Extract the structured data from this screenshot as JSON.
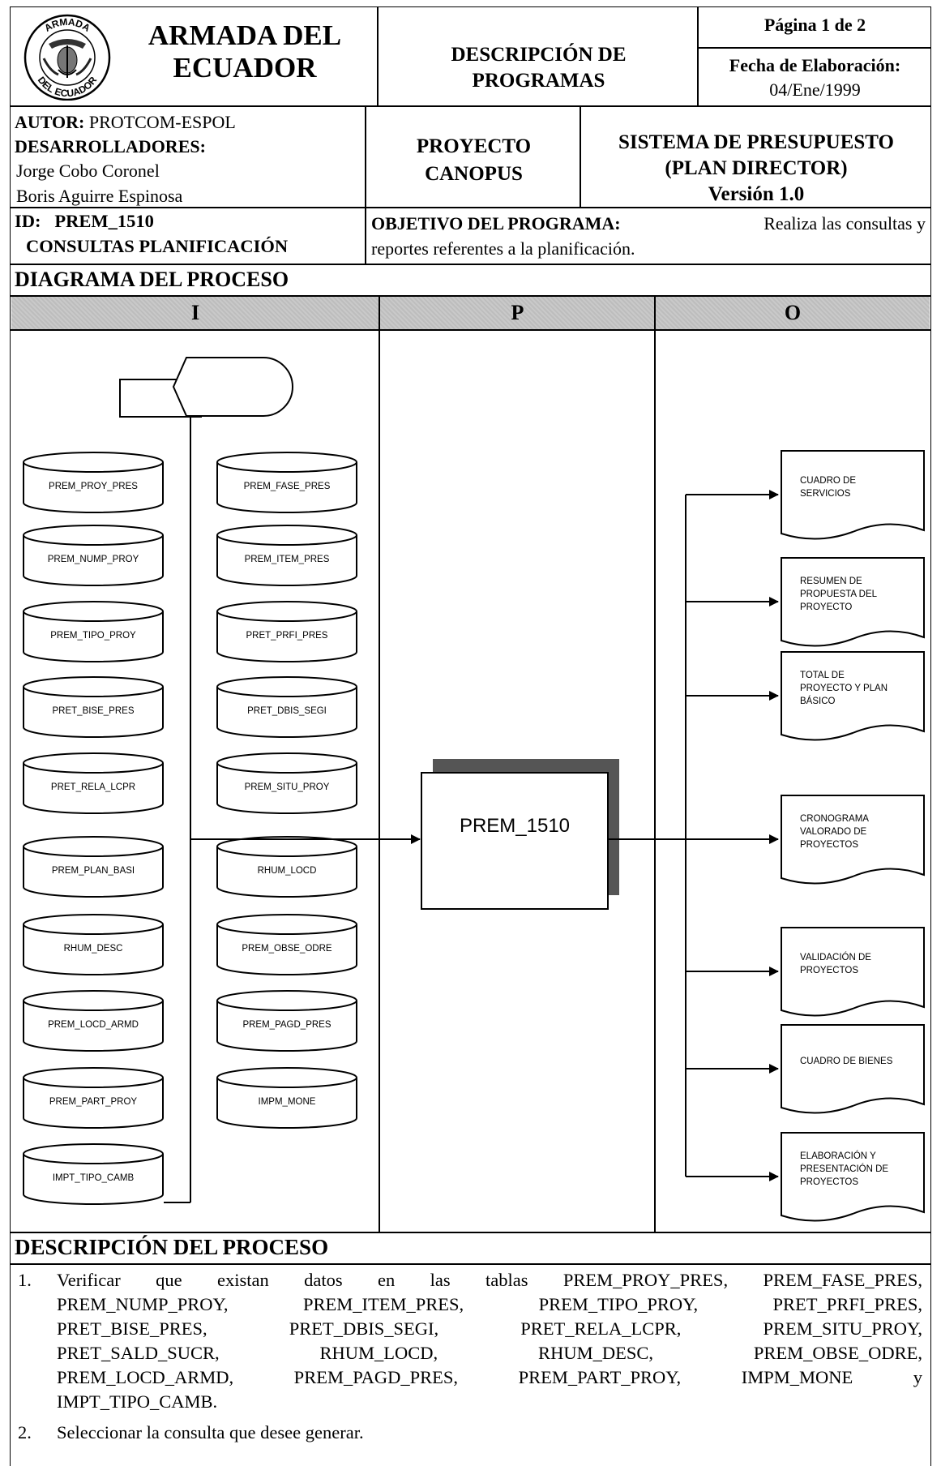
{
  "header": {
    "org_line1": "ARMADA DEL",
    "org_line2": "ECUADOR",
    "seal_text_top": "ARMADA",
    "seal_text_bottom": "DEL ECUADOR",
    "doc_title_line1": "DESCRIPCIÓN DE",
    "doc_title_line2": "PROGRAMAS",
    "page_label": "Página 1 de 2",
    "date_label": "Fecha de Elaboración:",
    "date_value": "04/Ene/1999"
  },
  "info": {
    "author_label": "AUTOR:",
    "author_value": "PROTCOM-ESPOL",
    "devs_label": "DESARROLLADORES:",
    "dev1": "Jorge Cobo Coronel",
    "dev2": "Boris Aguirre Espinosa",
    "project_line1": "PROYECTO",
    "project_line2": "CANOPUS",
    "system_line1": "SISTEMA DE PRESUPUESTO",
    "system_line2": "(PLAN DIRECTOR)",
    "system_line3": "Versión 1.0"
  },
  "program": {
    "id_label": "ID:",
    "id_value": "PREM_1510",
    "id_name": "CONSULTAS PLANIFICACIÓN",
    "objective_label": "OBJETIVO DEL PROGRAMA:",
    "objective_text_1": "Realiza las consultas y",
    "objective_text_2": "reportes referentes a la planificación."
  },
  "diagram": {
    "title": "DIAGRAMA DEL PROCESO",
    "col_i": "I",
    "col_p": "P",
    "col_o": "O",
    "process_name": "PREM_1510",
    "inputs_left": [
      "PREM_PROY_PRES",
      "PREM_NUMP_PROY",
      "PREM_TIPO_PROY",
      "PRET_BISE_PRES",
      "PRET_RELA_LCPR",
      "PREM_PLAN_BASI",
      "RHUM_DESC",
      "PREM_LOCD_ARMD",
      "PREM_PART_PROY",
      "IMPT_TIPO_CAMB"
    ],
    "inputs_right": [
      "PREM_FASE_PRES",
      "PREM_ITEM_PRES",
      "PRET_PRFI_PRES",
      "PRET_DBIS_SEGI",
      "PREM_SITU_PROY",
      "RHUM_LOCD",
      "PREM_OBSE_ODRE",
      "PREM_PAGD_PRES",
      "IMPM_MONE"
    ],
    "outputs": [
      [
        "CUADRO DE",
        "SERVICIOS"
      ],
      [
        "RESUMEN DE",
        "PROPUESTA DEL",
        "PROYECTO"
      ],
      [
        "TOTAL DE",
        "PROYECTO Y  PLAN",
        "BÁSICO"
      ],
      [
        "CRONOGRAMA",
        "VALORADO DE",
        "PROYECTOS"
      ],
      [
        "VALIDACIÓN DE",
        "PROYECTOS"
      ],
      [
        "CUADRO DE BIENES"
      ],
      [
        "ELABORACIÓN Y",
        "PRESENTACIÓN DE",
        "PROYECTOS"
      ]
    ]
  },
  "description": {
    "title": "DESCRIPCIÓN DEL PROCESO",
    "items": [
      {
        "num": "1.",
        "lines": [
          "Verificar que existan datos en las tablas PREM_PROY_PRES, PREM_FASE_PRES,",
          "PREM_NUMP_PROY, PREM_ITEM_PRES, PREM_TIPO_PROY, PRET_PRFI_PRES,",
          "PRET_BISE_PRES, PRET_DBIS_SEGI, PRET_RELA_LCPR, PREM_SITU_PROY,",
          "PRET_SALD_SUCR, RHUM_LOCD, RHUM_DESC, PREM_OBSE_ODRE,",
          "PREM_LOCD_ARMD, PREM_PAGD_PRES, PREM_PART_PROY, IMPM_MONE y",
          "IMPT_TIPO_CAMB."
        ]
      },
      {
        "num": "2.",
        "lines": [
          "Seleccionar la consulta que desee generar."
        ]
      }
    ]
  }
}
